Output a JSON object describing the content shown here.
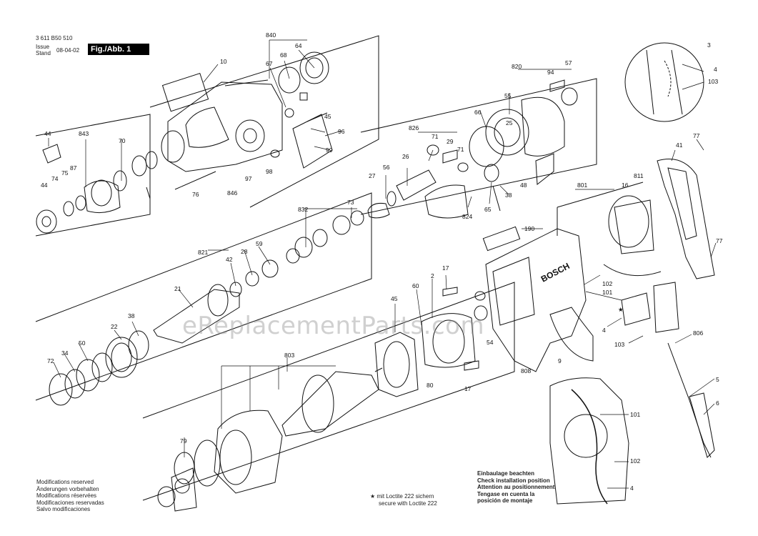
{
  "header": {
    "part_number": "3 611 B50 510",
    "issue_label": "Issue",
    "stand_label": "Stand",
    "date": "08-04-02",
    "figure_label": "Fig./Abb. 1"
  },
  "notes": {
    "modifications": [
      "Modifications reserved",
      "Änderungen vorbehalten",
      "Modifications réservées",
      "Modificaciones reservadas",
      "Salvo modificaciones"
    ],
    "loctite_line1": "★ mit Loctite 222 sichern",
    "loctite_line2": "secure with Loctite 222",
    "installation": [
      "Einbaulage beachten",
      "Check installation position",
      "Attention au positionnement",
      "Tengase en cuenta la",
      "posición de montaje"
    ]
  },
  "brand_on_housing": "BOSCH",
  "watermark": "eReplacementParts.com",
  "callouts": [
    "840",
    "10",
    "67",
    "68",
    "64",
    "44",
    "843",
    "70",
    "96",
    "45",
    "99",
    "74",
    "75",
    "87",
    "97",
    "98",
    "846",
    "76",
    "44",
    "826",
    "71",
    "29",
    "27",
    "56",
    "26",
    "71",
    "820",
    "94",
    "57",
    "55",
    "66",
    "25",
    "48",
    "824",
    "65",
    "38",
    "3",
    "4",
    "103",
    "41",
    "77",
    "811",
    "16",
    "801",
    "190",
    "77",
    "832",
    "73",
    "821",
    "42",
    "28",
    "59",
    "21",
    "38",
    "22",
    "72",
    "34",
    "50",
    "45",
    "60",
    "2",
    "17",
    "54",
    "80",
    "17",
    "102",
    "101",
    "4",
    "103",
    "806",
    "5",
    "6",
    "9",
    "808",
    "803",
    "79",
    "101",
    "102",
    "4",
    "★"
  ]
}
